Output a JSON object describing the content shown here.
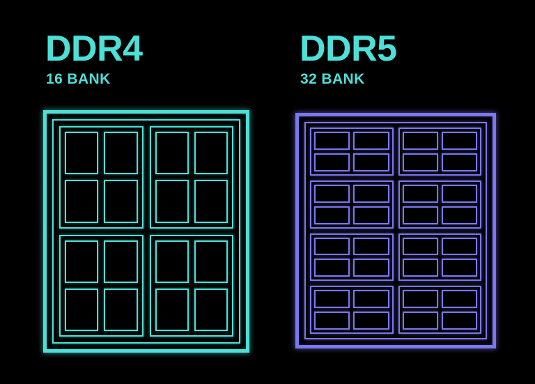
{
  "background_color": "#000000",
  "panels": [
    {
      "id": "ddr4",
      "title": "DDR4",
      "subtitle": "16 BANK",
      "title_color": "#4DE0D8",
      "diagram_color": "#4DE0D8",
      "bank_groups": 4,
      "banks_per_group": 4,
      "total_banks": 16,
      "group_grid": "2 x 2",
      "bank_grid": "2 x 2",
      "bank_orientation": "portrait"
    },
    {
      "id": "ddr5",
      "title": "DDR5",
      "subtitle": "32 BANK",
      "title_color": "#4DE0D8",
      "diagram_color": "#7B77EE",
      "bank_groups": 8,
      "banks_per_group": 4,
      "total_banks": 32,
      "group_grid": "2 x 4",
      "bank_grid": "2 x 2",
      "bank_orientation": "landscape"
    }
  ]
}
